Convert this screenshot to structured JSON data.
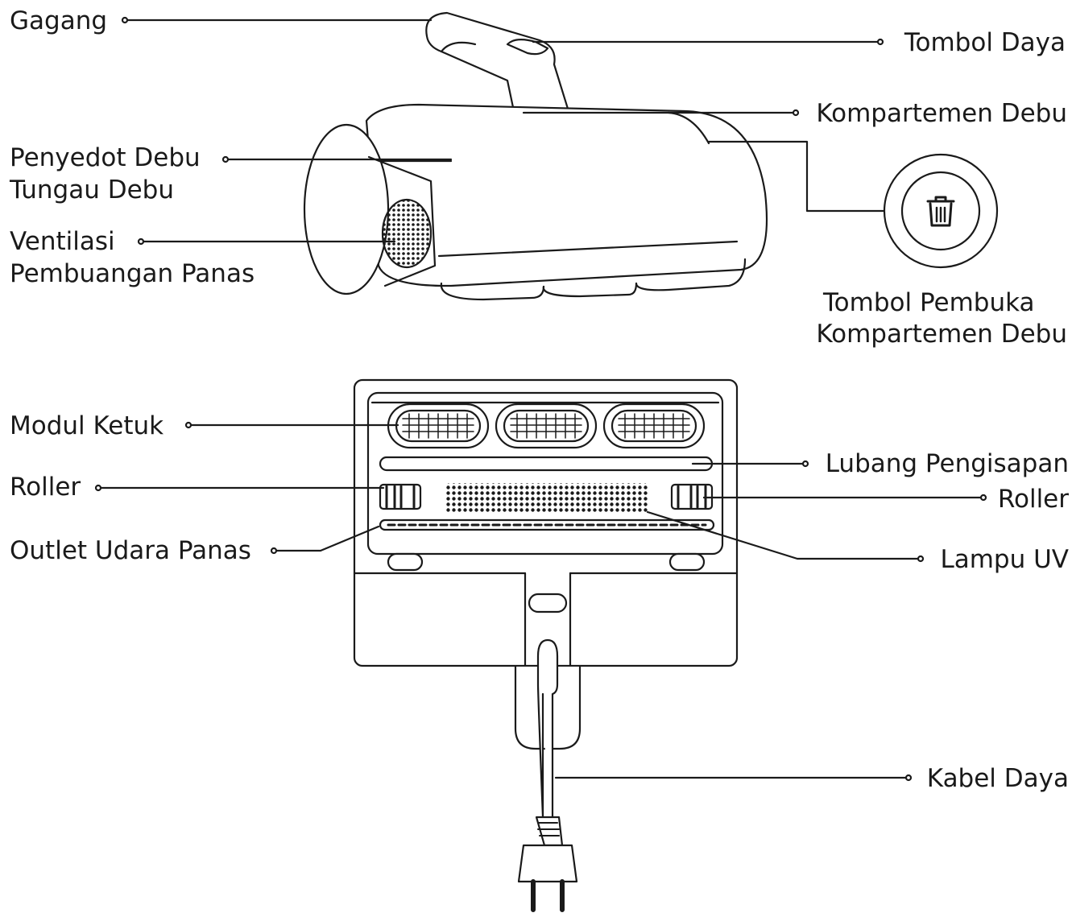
{
  "labels": {
    "gagang": "Gagang",
    "tombol_daya": "Tombol Daya",
    "kompartemen_debu": "Kompartemen Debu",
    "penyedot_line1": "Penyedot Debu",
    "penyedot_line2": "Tungau Debu",
    "ventilasi_line1": "Ventilasi",
    "ventilasi_line2": "Pembuangan Panas",
    "tombol_pembuka_line1": "Tombol Pembuka",
    "tombol_pembuka_line2": "Kompartemen Debu",
    "modul_ketuk": "Modul Ketuk",
    "lubang_pengisapan": "Lubang Pengisapan",
    "roller_left": "Roller",
    "roller_right": "Roller",
    "outlet_udara": "Outlet Udara Panas",
    "lampu_uv": "Lampu UV",
    "kabel_daya": "Kabel Daya"
  },
  "icons": {
    "dust_release_button": "trash-bin-icon"
  },
  "colors": {
    "line": "#1a1a1a",
    "background": "#ffffff"
  }
}
